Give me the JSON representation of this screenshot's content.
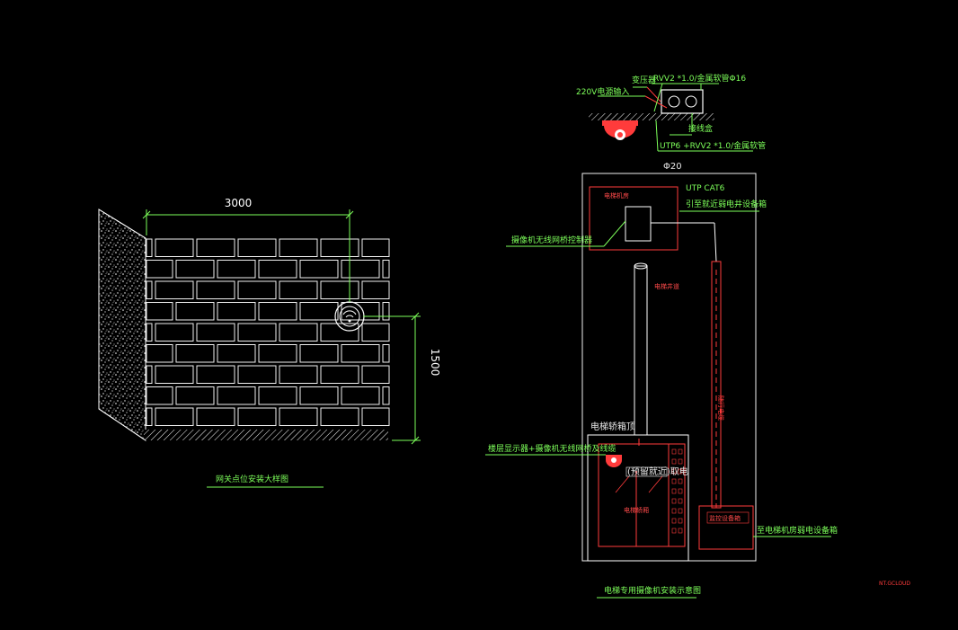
{
  "left_view": {
    "dim_width": "3000",
    "dim_height": "1500",
    "caption": "网关点位安装大样图"
  },
  "right_view": {
    "input_label": "220V电源输入",
    "transformer_label": "变压器",
    "cable_top": "RVV2 *1.0/金属软管Φ16",
    "junction_label": "接线盒",
    "cable_mid": "UTP6 +RVV2 *1.0/金属软管",
    "pipe_dia": "Φ20",
    "machine_room": "电梯机房",
    "utp_label": "UTP CAT6",
    "to_label": "引至就近弱电井设备箱",
    "router_label": "摄像机无线网桥控制器",
    "shaft_label": "电梯井道",
    "car_top": "电梯轿箱顶",
    "floor_display_label": "楼层显示器+摄像机无线网桥及线缆",
    "power_label": "(预留就近)取电",
    "car_label": "电梯轿厢",
    "equip_box": "监控设备箱",
    "to_box_label": "至电梯机房弱电设备箱",
    "caption": "电梯专用摄像机安装示意图",
    "watermark": "NT.GCLOUD"
  },
  "colors": {
    "background": "#000000",
    "green": "#7dff5a",
    "red": "#ff3b3b",
    "white": "#f0f0f0",
    "yellow": "#ffe14a",
    "cyan": "#9ee6ff"
  }
}
